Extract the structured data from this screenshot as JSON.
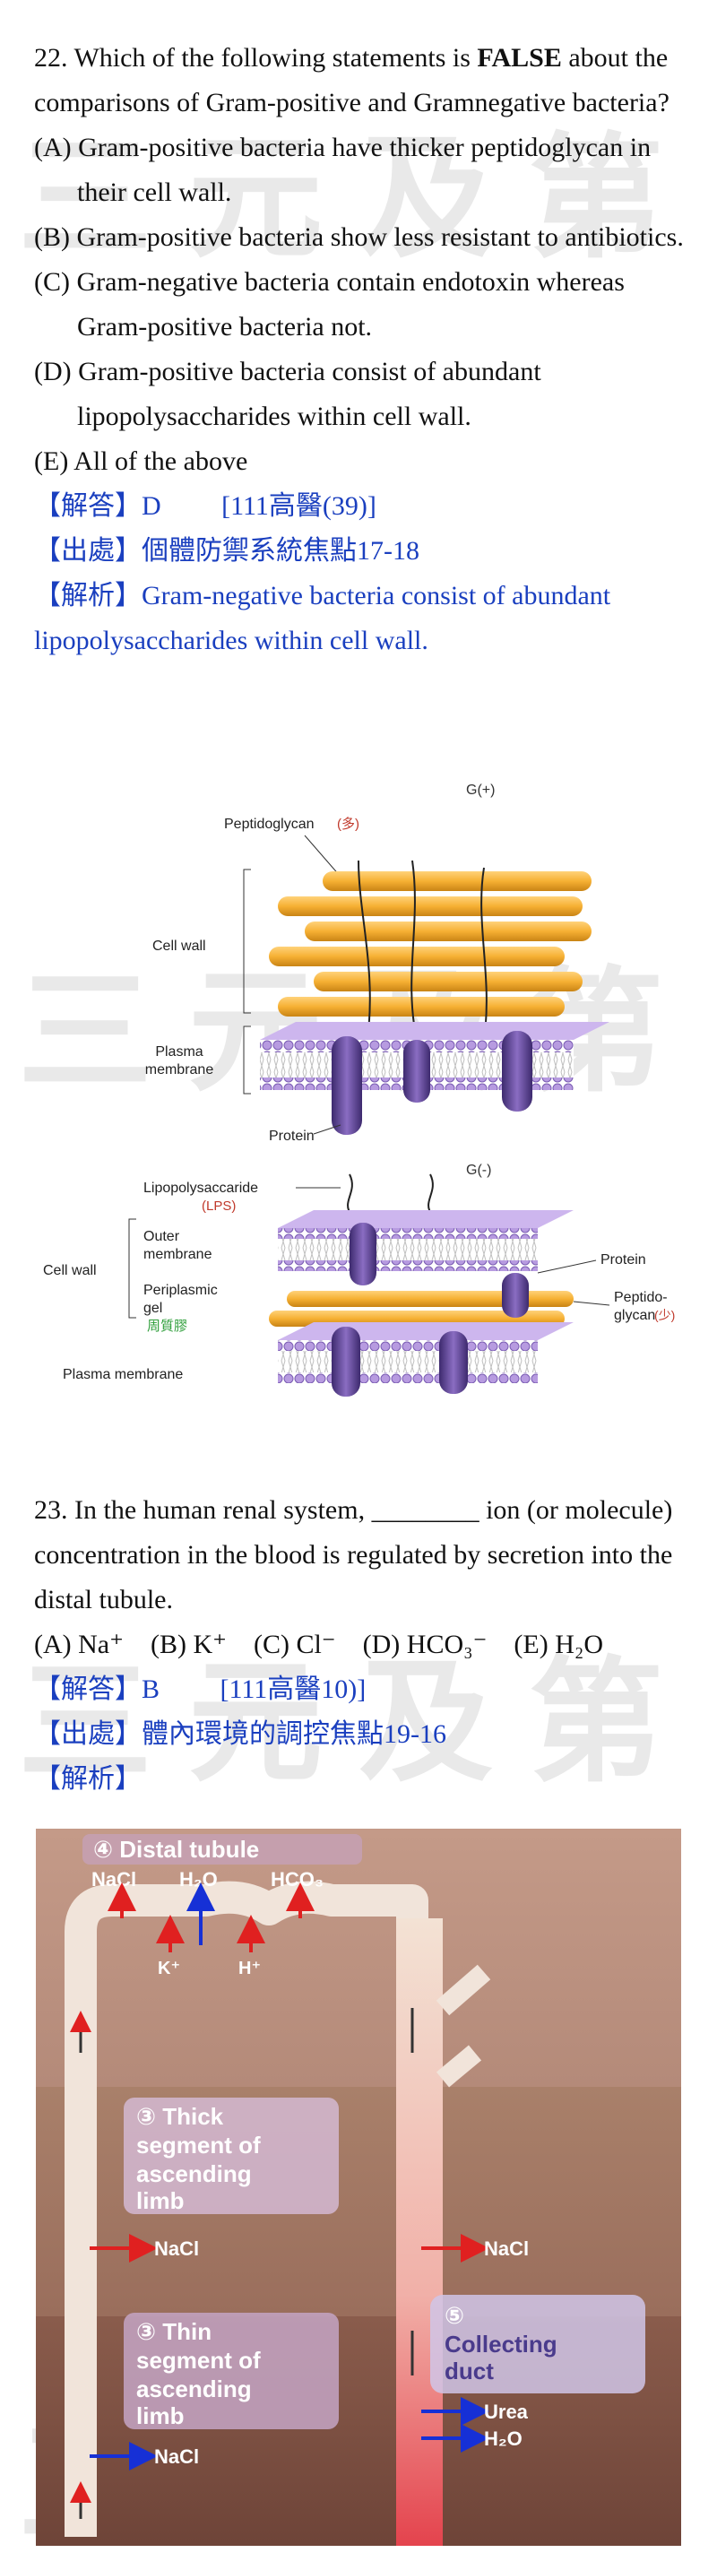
{
  "watermark": "三元及第",
  "q22": {
    "number": "22.",
    "stem_a": "Which of the following statements is ",
    "stem_bold": "FALSE",
    "stem_b": "about the comparisons of Gram-positive and Gramnegative bacteria?",
    "options": [
      "(A) Gram-positive bacteria have thicker peptidoglycan in their cell wall.",
      "(B) Gram-positive bacteria show less resistant to antibiotics.",
      "(C) Gram-negative bacteria contain endotoxin whereas Gram-positive bacteria not.",
      "(D) Gram-positive bacteria consist of abundant lipopolysaccharides within cell wall.",
      "(E) All of the above"
    ],
    "answer_tag": "【解答】",
    "answer": "D",
    "answer_ref": "[111高醫(39)]",
    "source_tag": "【出處】",
    "source": "個體防禦系統焦點17-18",
    "explain_tag": "【解析】",
    "explain": "Gram-negative bacteria consist of abundant lipopolysaccharides within cell wall."
  },
  "fig1": {
    "gpos_title": "G(+)",
    "gneg_title": "G(-)",
    "peptidoglycan": "Peptidoglycan",
    "peptidoglycan_note": "(多)",
    "cell_wall": "Cell wall",
    "plasma_membrane_a": "Plasma",
    "plasma_membrane_b": "membrane",
    "protein": "Protein",
    "lps_a": "Lipopolysaccaride",
    "lps_b": "(LPS)",
    "outer_a": "Outer",
    "outer_b": "membrane",
    "peri_a": "Periplasmic",
    "peri_b": "gel",
    "peri_note": "周質膠",
    "cell_wall2": "Cell wall",
    "plasma_membrane2": "Plasma membrane",
    "protein2": "Protein",
    "pepto_a": "Peptido-",
    "pepto_b": "glycan",
    "pepto_note": "(少)"
  },
  "q23": {
    "number": "23.",
    "stem": "In the human renal system, ________ ion (or molecule) concentration in the blood is regulated by secretion into the distal tubule.",
    "options": [
      "(A) Na⁺",
      "(B) K⁺",
      "(C) Cl⁻",
      "(D) HCO₃⁻",
      "(E) H₂O"
    ],
    "answer_tag": "【解答】",
    "answer": "B",
    "answer_ref": "[111高醫10)]",
    "source_tag": "【出處】",
    "source": "體內環境的調控焦點19-16",
    "explain_tag": "【解析】"
  },
  "fig2": {
    "distal": "④ Distal tubule",
    "nacl_top": "NaCl",
    "h2o_top": "H₂O",
    "hco3_top": "HCO₃",
    "k_in": "K⁺",
    "h_in": "H⁺",
    "thick_a": "③ Thick",
    "thick_b": "segment of",
    "thick_c": "ascending",
    "thick_d": "limb",
    "nacl_mid_left": "NaCl",
    "nacl_mid_right": "NaCl",
    "thin_a": "③ Thin",
    "thin_b": "segment of",
    "thin_c": "ascending",
    "thin_d": "limb",
    "nacl_bottom": "NaCl",
    "collect_a": "⑤",
    "collect_b": "Collecting",
    "collect_c": "duct",
    "urea": "Urea",
    "h2o_bottom": "H₂O"
  }
}
